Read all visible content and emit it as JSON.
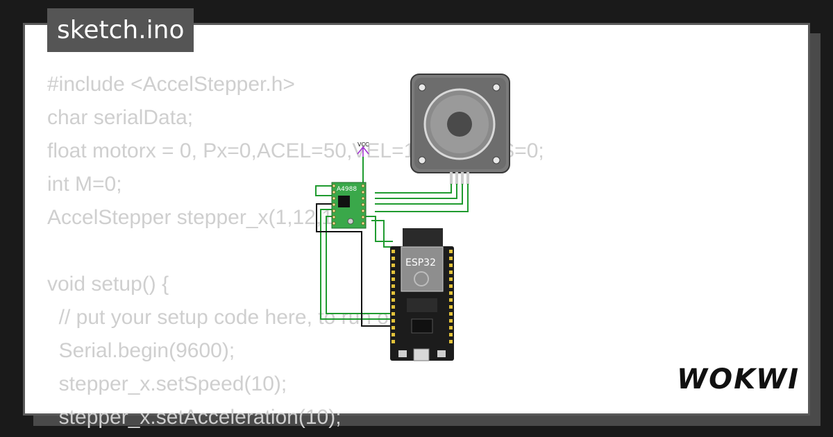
{
  "title": "sketch.ino",
  "brand": "WOKWI",
  "code_lines": [
    "#include <AccelStepper.h>",
    "char serialData;",
    "float motorx = 0, Px=0,ACEL=50,VEL=100,PASOS=0;",
    "int M=0;",
    "AccelStepper stepper_x(1,12,14);",
    "",
    "void setup() {",
    "  // put your setup code here, to run once:",
    "  Serial.begin(9600);",
    "  stepper_x.setSpeed(10);",
    "  stepper_x.setAcceleration(10);"
  ],
  "components": {
    "driver_label": "A4988",
    "vcc_label": "VCC",
    "mcu_label": "ESP32"
  },
  "colors": {
    "wire_green": "#1f9b2f",
    "wire_black": "#111111",
    "vcc_purple": "#a02fd0",
    "driver_pcb": "#3aa84a",
    "mcu_board": "#1c1c1c",
    "motor_body": "#6d6d6d"
  }
}
